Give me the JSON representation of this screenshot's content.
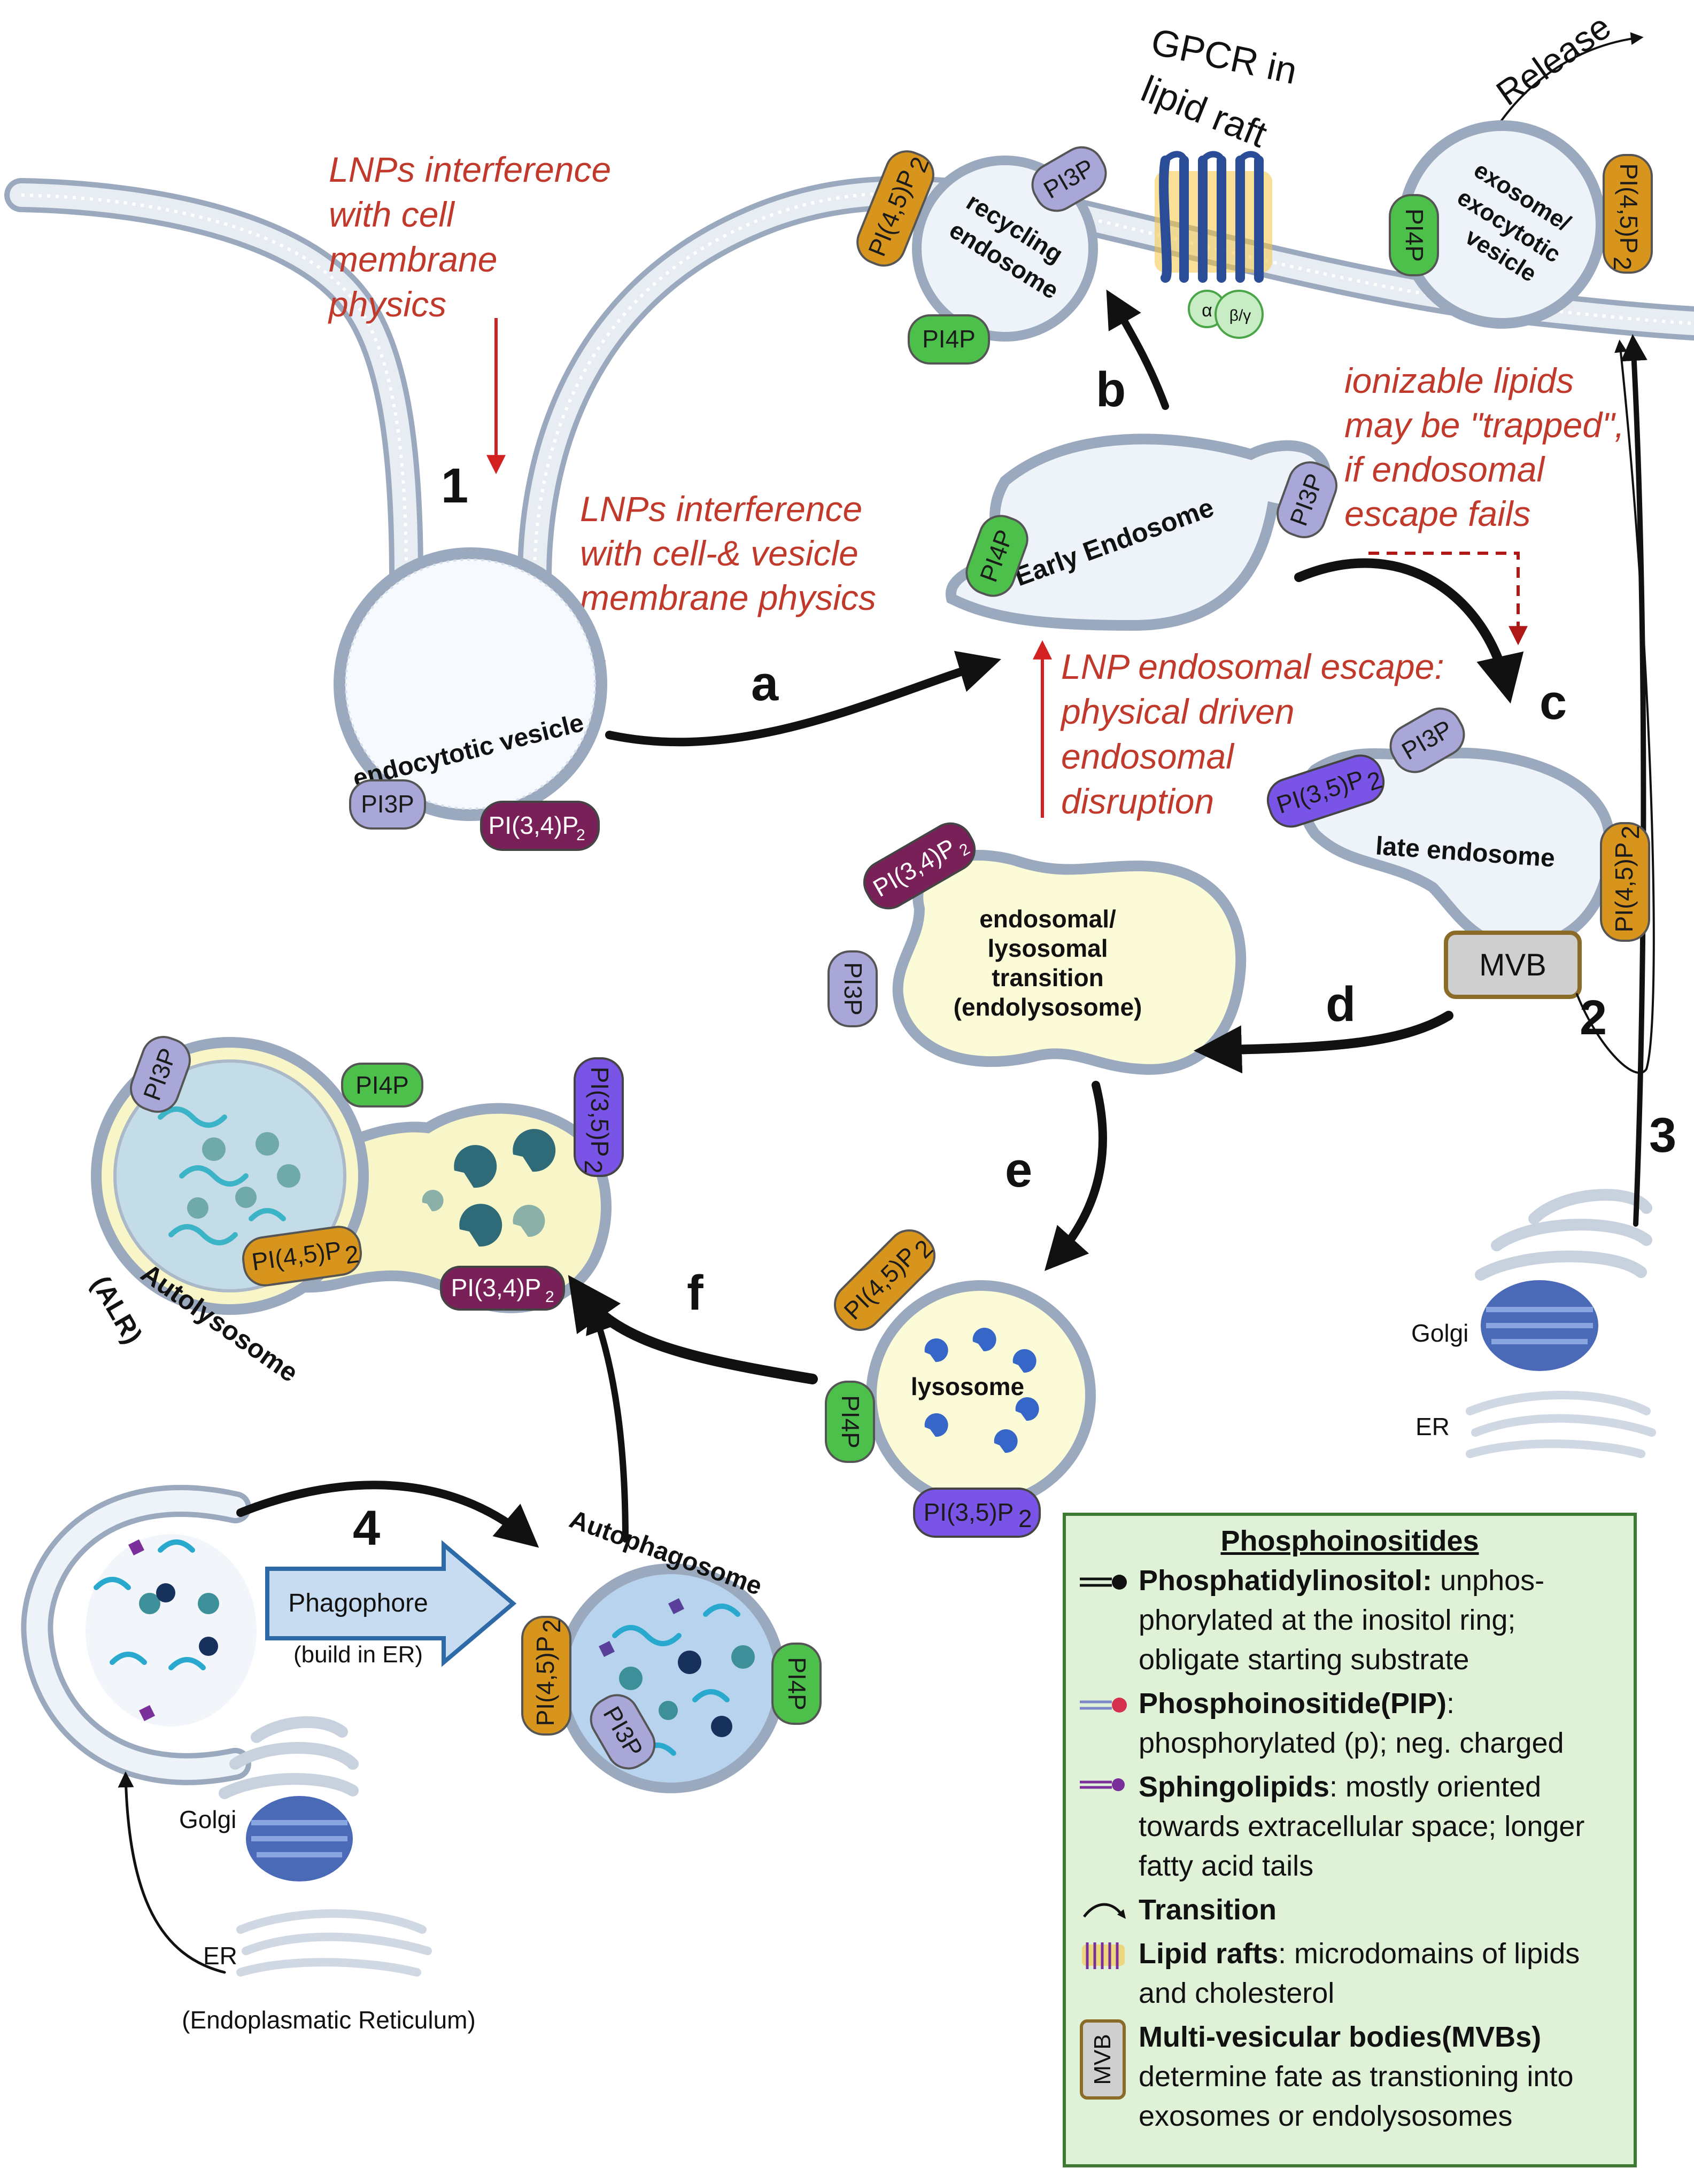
{
  "annotations": {
    "lnp_membrane": [
      "LNPs interference",
      "with cell",
      "membrane",
      "physics"
    ],
    "lnp_vesicle": [
      "LNPs interference",
      "with cell-& vesicle",
      "membrane physics"
    ],
    "lnp_escape": [
      "LNP endosomal escape:",
      "physical driven",
      "endosomal",
      "disruption"
    ],
    "ionizable": [
      "ionizable lipids",
      "may be \"trapped\",",
      "if endosomal",
      "escape fails"
    ]
  },
  "steps": {
    "a": "a",
    "b": "b",
    "c": "c",
    "d": "d",
    "e": "e",
    "f": "f",
    "n1": "1",
    "n2": "2",
    "n3": "3",
    "n4": "4"
  },
  "top": {
    "gpcr": [
      "GPCR in",
      "lipid raft"
    ],
    "release": "Release",
    "alpha": "α",
    "betagamma": "β/γ"
  },
  "organelles": {
    "endocytotic": "endocytotic vesicle",
    "recycling": [
      "recycling",
      "endosome"
    ],
    "exosome": [
      "exosome/",
      "exocytotic",
      "vesicle"
    ],
    "early": "Early Endosome",
    "late": "late endosome",
    "mvb": "MVB",
    "endolysosome": [
      "endosomal/",
      "lysosomal",
      "transition",
      "(endolysosome)"
    ],
    "lysosome": "lysosome",
    "autolysosome": [
      "Autolysosome",
      "(ALR)"
    ],
    "autophagosome": "Autophagosome",
    "phagophore": "Phagophore",
    "phagophore_sub": "(build in ER)",
    "golgi_right": "Golgi",
    "er_right": "ER",
    "golgi_left": "Golgi",
    "er_left": "ER",
    "er_full": "(Endoplasmatic Reticulum)"
  },
  "pills": {
    "pi3p": "PI3P",
    "pi4p": "PI4P",
    "pi45": "PI(4,5)P",
    "pi34": "PI(3,4)P",
    "pi35": "PI(3,5)P",
    "sub2": "2"
  },
  "colors": {
    "pi3p": "#a9a6d8",
    "pi4p": "#4cc04a",
    "pi45": "#d8951d",
    "pi34": "#7a2058",
    "pi35": "#7a54e6",
    "lumen_yellow": "#fbfbd8",
    "lumen_blue": "#c8dcf0"
  },
  "legend": {
    "title": "Phosphoinositides",
    "items": [
      {
        "bold": "Phosphatidylinositol:",
        "text": " unphos-phorylated at the inositol ring; obligate starting substrate"
      },
      {
        "bold": "Phosphoinositide(PIP)",
        "text": ": phosphorylated (p); neg. charged"
      },
      {
        "bold": "Sphingolipids",
        "text": ": mostly oriented towards extracellular space; longer fatty acid tails"
      },
      {
        "bold": "Transition",
        "text": ""
      },
      {
        "bold": "Lipid rafts",
        "text": ": microdomains of lipids and cholesterol"
      },
      {
        "bold": "Multi-vesicular bodies(MVBs)",
        "text": " determine fate as transtioning into exosomes or endolysosomes"
      }
    ],
    "mvb_symbol": "MVB"
  }
}
